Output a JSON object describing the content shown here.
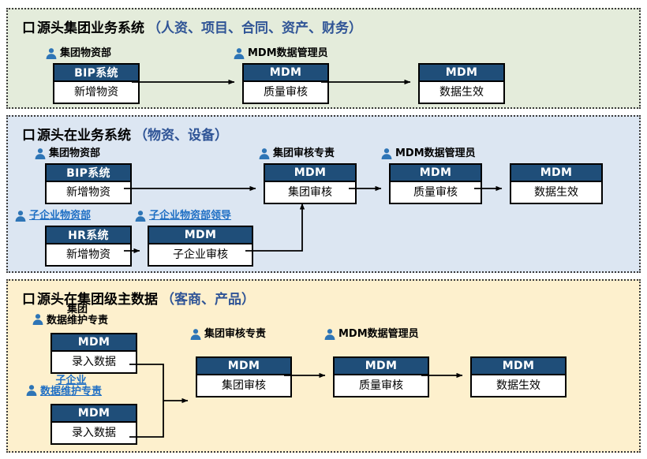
{
  "colors": {
    "section1_bg": "#e4ecdb",
    "section2_bg": "#dce6f2",
    "section3_bg": "#fdf0cd",
    "node_header_bg": "#1f4e79",
    "node_body_bg": "#ffffff",
    "accent_blue_text": "#2f5496",
    "link_blue_text": "#1f6fc4",
    "border": "#000000",
    "person_icon": "#2e75b6"
  },
  "sections": [
    {
      "id": "section-1",
      "bullet": "口",
      "title": "源头集团业务系统",
      "paren": "（人资、项目、合同、资产、财务）",
      "roles": [
        {
          "name": "group-materials-dept",
          "label": "集团物资部",
          "style": "black"
        },
        {
          "name": "mdm-data-admin",
          "label": "MDM数据管理员",
          "style": "black"
        }
      ],
      "nodes": [
        {
          "name": "bip-new-material",
          "head": "BIP系统",
          "body": "新增物资"
        },
        {
          "name": "mdm-quality-review",
          "head": "MDM",
          "body": "质量审核"
        },
        {
          "name": "mdm-data-effective",
          "head": "MDM",
          "body": "数据生效"
        }
      ]
    },
    {
      "id": "section-2",
      "bullet": "口",
      "title": "源头在业务系统",
      "paren": "（物资、设备）",
      "roles": [
        {
          "name": "group-materials-dept",
          "label": "集团物资部",
          "style": "black"
        },
        {
          "name": "group-review-owner",
          "label": "集团审核专责",
          "style": "black"
        },
        {
          "name": "mdm-data-admin",
          "label": "MDM数据管理员",
          "style": "black"
        },
        {
          "name": "sub-enterprise-materials-dept",
          "label": "子企业物资部",
          "style": "blue"
        },
        {
          "name": "sub-enterprise-materials-leader",
          "label": "子企业物资部领导",
          "style": "blue"
        }
      ],
      "nodes": [
        {
          "name": "bip-new-material",
          "head": "BIP系统",
          "body": "新增物资"
        },
        {
          "name": "mdm-group-review",
          "head": "MDM",
          "body": "集团审核"
        },
        {
          "name": "mdm-quality-review",
          "head": "MDM",
          "body": "质量审核"
        },
        {
          "name": "mdm-data-effective",
          "head": "MDM",
          "body": "数据生效"
        },
        {
          "name": "hr-new-material",
          "head": "HR系统",
          "body": "新增物资"
        },
        {
          "name": "mdm-sub-enterprise-review",
          "head": "MDM",
          "body": "子企业审核"
        }
      ]
    },
    {
      "id": "section-3",
      "bullet": "口",
      "title": "源头在集团级主数据",
      "paren": "（客商、产品）",
      "roles": [
        {
          "name": "group-data-maintainer",
          "label_line1": "集团",
          "label_line2": "数据维护专责",
          "style": "black"
        },
        {
          "name": "sub-enterprise-data-maintainer",
          "label_line1": "子企业",
          "label_line2": "数据维护专责",
          "style": "blue"
        },
        {
          "name": "group-review-owner",
          "label": "集团审核专责",
          "style": "black"
        },
        {
          "name": "mdm-data-admin",
          "label": "MDM数据管理员",
          "style": "black"
        }
      ],
      "nodes": [
        {
          "name": "mdm-group-entry",
          "head": "MDM",
          "body": "录入数据"
        },
        {
          "name": "mdm-sub-enterprise-entry",
          "head": "MDM",
          "body": "录入数据"
        },
        {
          "name": "mdm-group-review",
          "head": "MDM",
          "body": "集团审核"
        },
        {
          "name": "mdm-quality-review",
          "head": "MDM",
          "body": "质量审核"
        },
        {
          "name": "mdm-data-effective",
          "head": "MDM",
          "body": "数据生效"
        }
      ]
    }
  ]
}
